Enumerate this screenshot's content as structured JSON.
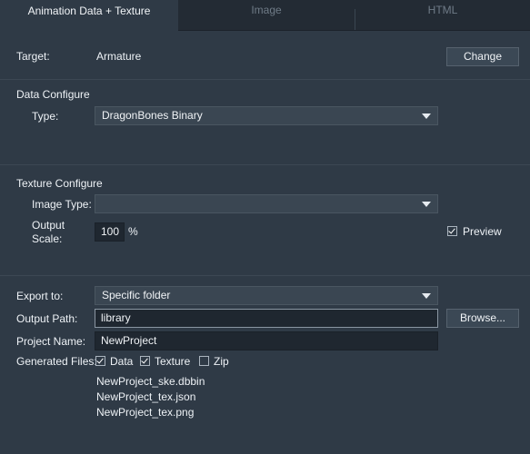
{
  "tabs": [
    {
      "label": "Animation Data + Texture",
      "active": true
    },
    {
      "label": "Image",
      "active": false
    },
    {
      "label": "HTML",
      "active": false
    }
  ],
  "target": {
    "label": "Target:",
    "value": "Armature",
    "change_label": "Change"
  },
  "data_configure": {
    "title": "Data Configure",
    "type_label": "Type:",
    "type_value": "DragonBones Binary"
  },
  "texture_configure": {
    "title": "Texture Configure",
    "image_type_label": "Image Type:",
    "image_type_value": "",
    "output_scale_label_1": "Output",
    "output_scale_label_2": "Scale:",
    "output_scale_value": "100",
    "output_scale_unit": "%",
    "preview_label": "Preview",
    "preview_checked": true
  },
  "export": {
    "export_to_label": "Export to:",
    "export_to_value": "Specific folder",
    "output_path_label": "Output Path:",
    "output_path_value": "library",
    "browse_label": "Browse...",
    "project_name_label": "Project Name:",
    "project_name_value": "NewProject",
    "generated_files_label": "Generated Files:",
    "options": [
      {
        "label": "Data",
        "checked": true
      },
      {
        "label": "Texture",
        "checked": true
      },
      {
        "label": "Zip",
        "checked": false
      }
    ],
    "files": [
      "NewProject_ske.dbbin",
      "NewProject_tex.json",
      "NewProject_tex.png"
    ]
  },
  "colors": {
    "background": "#2f3a46",
    "tab_bar": "#232b34",
    "input_bg": "#1f2730",
    "select_bg": "#3a4652"
  }
}
